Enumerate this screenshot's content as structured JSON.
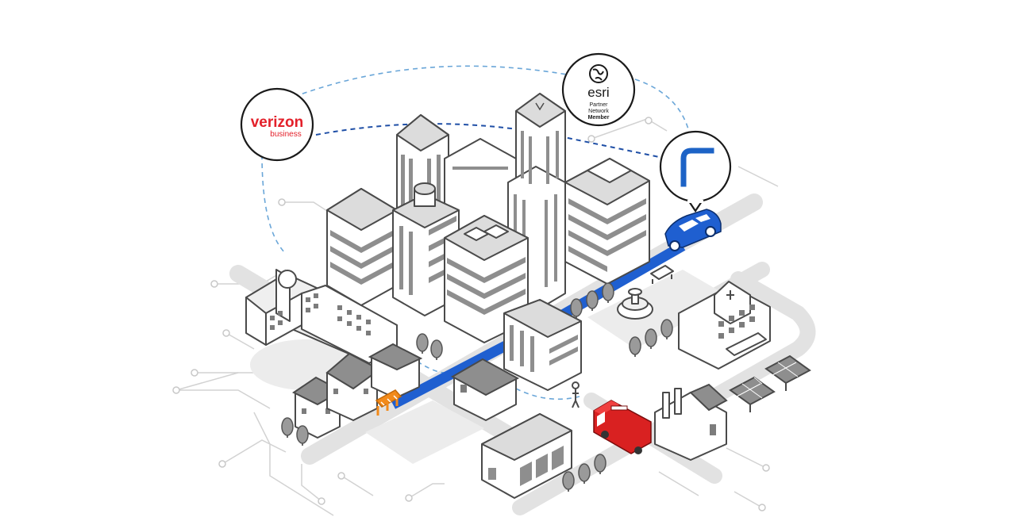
{
  "partners": {
    "verizon": {
      "name": "verizon",
      "sub": "business",
      "color": "#e3202a"
    },
    "esri": {
      "name": "esri",
      "line1": "Partner",
      "line2": "Network",
      "line3": "Member"
    },
    "brand_mark_color": "#1d63c6"
  },
  "colors": {
    "route": "#1f5fd0",
    "car": "#1f5fd0",
    "firetruck": "#d92121",
    "barrier": "#f28a1a",
    "connection_dark": "#1f4fa6",
    "connection_light": "#6aa6d8"
  },
  "icons": [
    "globe-icon",
    "brand-corner-icon",
    "car-icon",
    "fire-truck-icon",
    "road-barrier-icon",
    "solar-panel-icon",
    "fountain-icon",
    "bench-icon",
    "pedestrian-icon"
  ]
}
